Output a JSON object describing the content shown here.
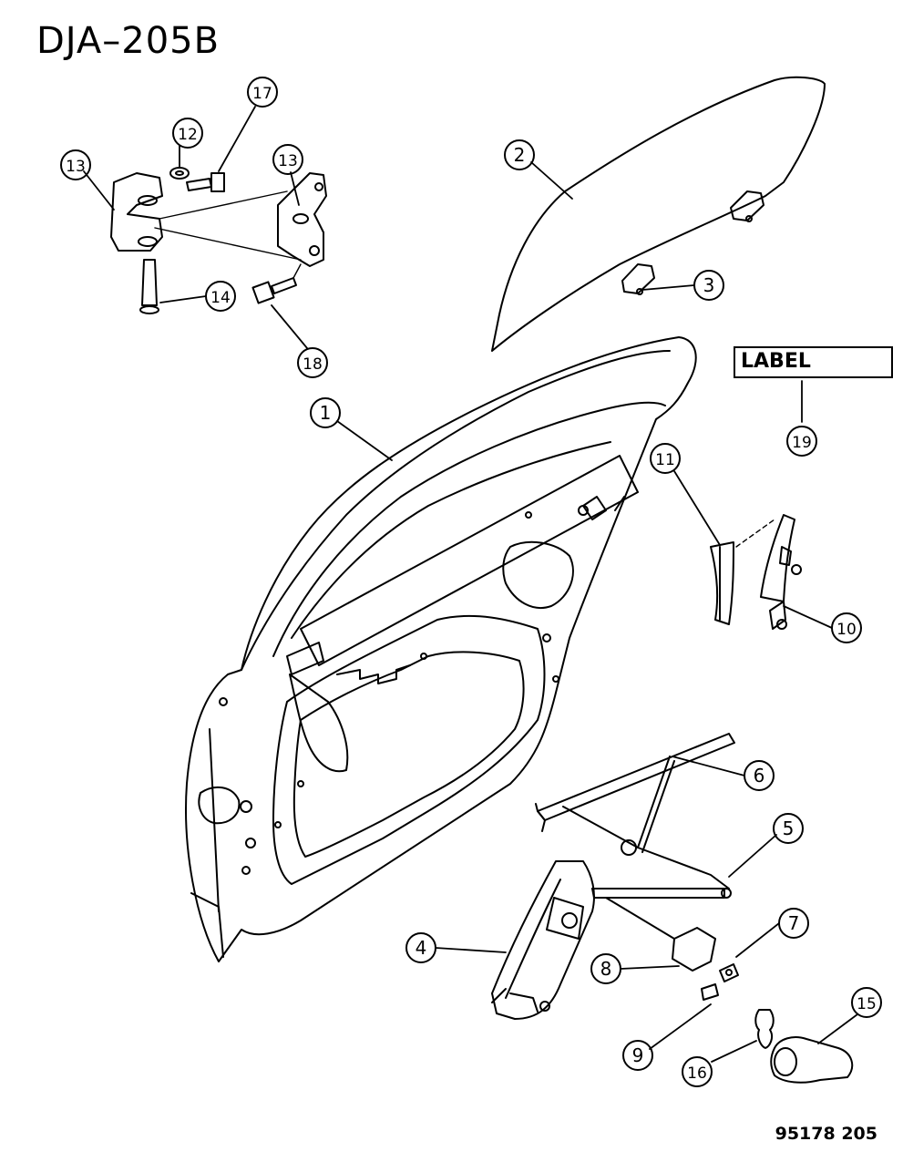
{
  "title": "DJA–205B",
  "footer_code": "95178  205",
  "label_box_text": "LABEL",
  "callouts": [
    "1",
    "2",
    "3",
    "4",
    "5",
    "6",
    "7",
    "8",
    "9",
    "10",
    "11",
    "12",
    "13",
    "13",
    "14",
    "15",
    "16",
    "17",
    "18",
    "19"
  ]
}
